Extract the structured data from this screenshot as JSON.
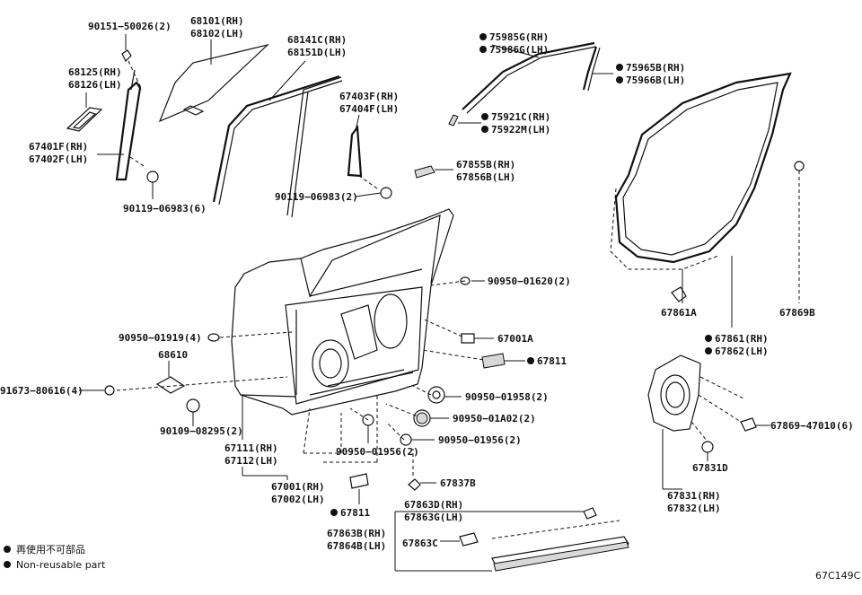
{
  "diagram_code": "67C149C",
  "legend": {
    "cn_label": "再使用不可部品",
    "en_label": "Non-reusable part"
  },
  "labels": {
    "p90151": "90151−50026(2)",
    "p68101": "68101(RH)",
    "p68102": "68102(LH)",
    "p68141c": "68141C(RH)",
    "p68151d": "68151D(LH)",
    "p68125": "68125(RH)",
    "p68126": "68126(LH)",
    "p67403f": "67403F(RH)",
    "p67404f": "67404F(LH)",
    "p67401f": "67401F(RH)",
    "p67402f": "67402F(LH)",
    "p90119a": "90119−06983(6)",
    "p90119b": "90119−06983(2)",
    "p75985g": "75985G(RH)",
    "p75986g": "75986G(LH)",
    "p75965b": "75965B(RH)",
    "p75966b": "75966B(LH)",
    "p75921c": "75921C(RH)",
    "p75922m": "75922M(LH)",
    "p67855b": "67855B(RH)",
    "p67856b": "67856B(LH)",
    "p90950_01620": "90950−01620(2)",
    "p90950_01919": "90950−01919(4)",
    "p67001a": "67001A",
    "p67811a": "67811",
    "p68610": "68610",
    "p91673": "91673−80616(4)",
    "p90109": "90109−08295(2)",
    "p90950_01958": "90950−01958(2)",
    "p90950_01a02": "90950−01A02(2)",
    "p90950_01956b": "90950−01956(2)",
    "p90950_01956a": "90950−01956(2)",
    "p67111": "67111(RH)",
    "p67112": "67112(LH)",
    "p67837b": "67837B",
    "p67001": "67001(RH)",
    "p67002": "67002(LH)",
    "p67811b": "67811",
    "p67863d": "67863D(RH)",
    "p67863g": "67863G(LH)",
    "p67863b": "67863B(RH)",
    "p67864b": "67864B(LH)",
    "p67863c": "67863C",
    "p67861a": "67861A",
    "p67869b": "67869B",
    "p67861": "67861(RH)",
    "p67862": "67862(LH)",
    "p67869_47010": "67869−47010(6)",
    "p67831d": "67831D",
    "p67831": "67831(RH)",
    "p67832": "67832(LH)"
  }
}
